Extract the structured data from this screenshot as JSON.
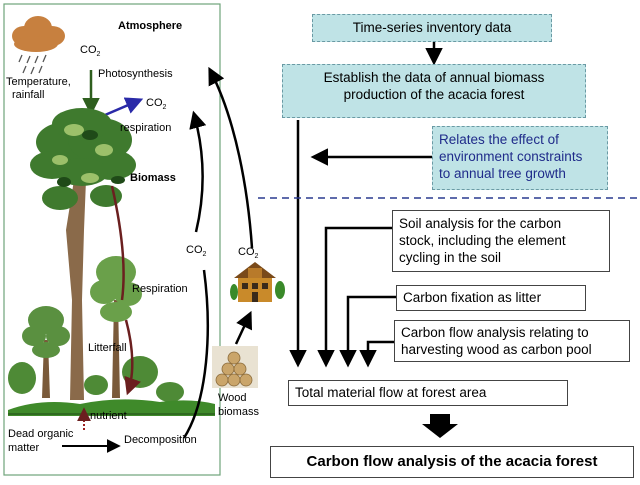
{
  "left_panel": {
    "atmosphere": "Atmosphere",
    "co2_rain": "CO",
    "co2_rain_sub": "2",
    "temperature": "Temperature,",
    "rainfall": "rainfall",
    "photosynthesis": "Photosynthesis",
    "co2_resp": "CO",
    "co2_resp_sub": "2",
    "respiration_top": "respiration",
    "biomass": "Biomass",
    "co2_mid": "CO",
    "co2_mid_sub": "2",
    "respiration_mid": "Respiration",
    "litterfall": "Litterfall",
    "nutrient": "nutrient",
    "dead_organic": "Dead organic",
    "matter": "matter",
    "decomposition": "Decomposition",
    "co2_house": "CO",
    "co2_house_sub": "2",
    "wood": "Wood",
    "wood_biomass": "biomass"
  },
  "right_panel": {
    "inventory": "Time-series inventory data",
    "establish_line1": "Establish the data of annual biomass",
    "establish_line2": "production of the acacia forest",
    "relates_line1": "Relates the effect of",
    "relates_line2": "environment constraints",
    "relates_line3": "to annual tree growth",
    "soil_line1": "Soil analysis for the carbon",
    "soil_line2": "stock, including the element",
    "soil_line3": "cycling in the soil",
    "fixation": "Carbon fixation as litter",
    "flow_line1": "Carbon flow analysis relating to",
    "flow_line2": "harvesting wood as carbon pool",
    "total": "Total material flow at forest area",
    "final": "Carbon flow analysis of the acacia forest"
  },
  "colors": {
    "teal_box": "#bfe3e6",
    "relates_text": "#1f2b8a",
    "divider": "#2a3a8f",
    "panel_border": "#6fa37a",
    "cloud": "#c7803f"
  }
}
